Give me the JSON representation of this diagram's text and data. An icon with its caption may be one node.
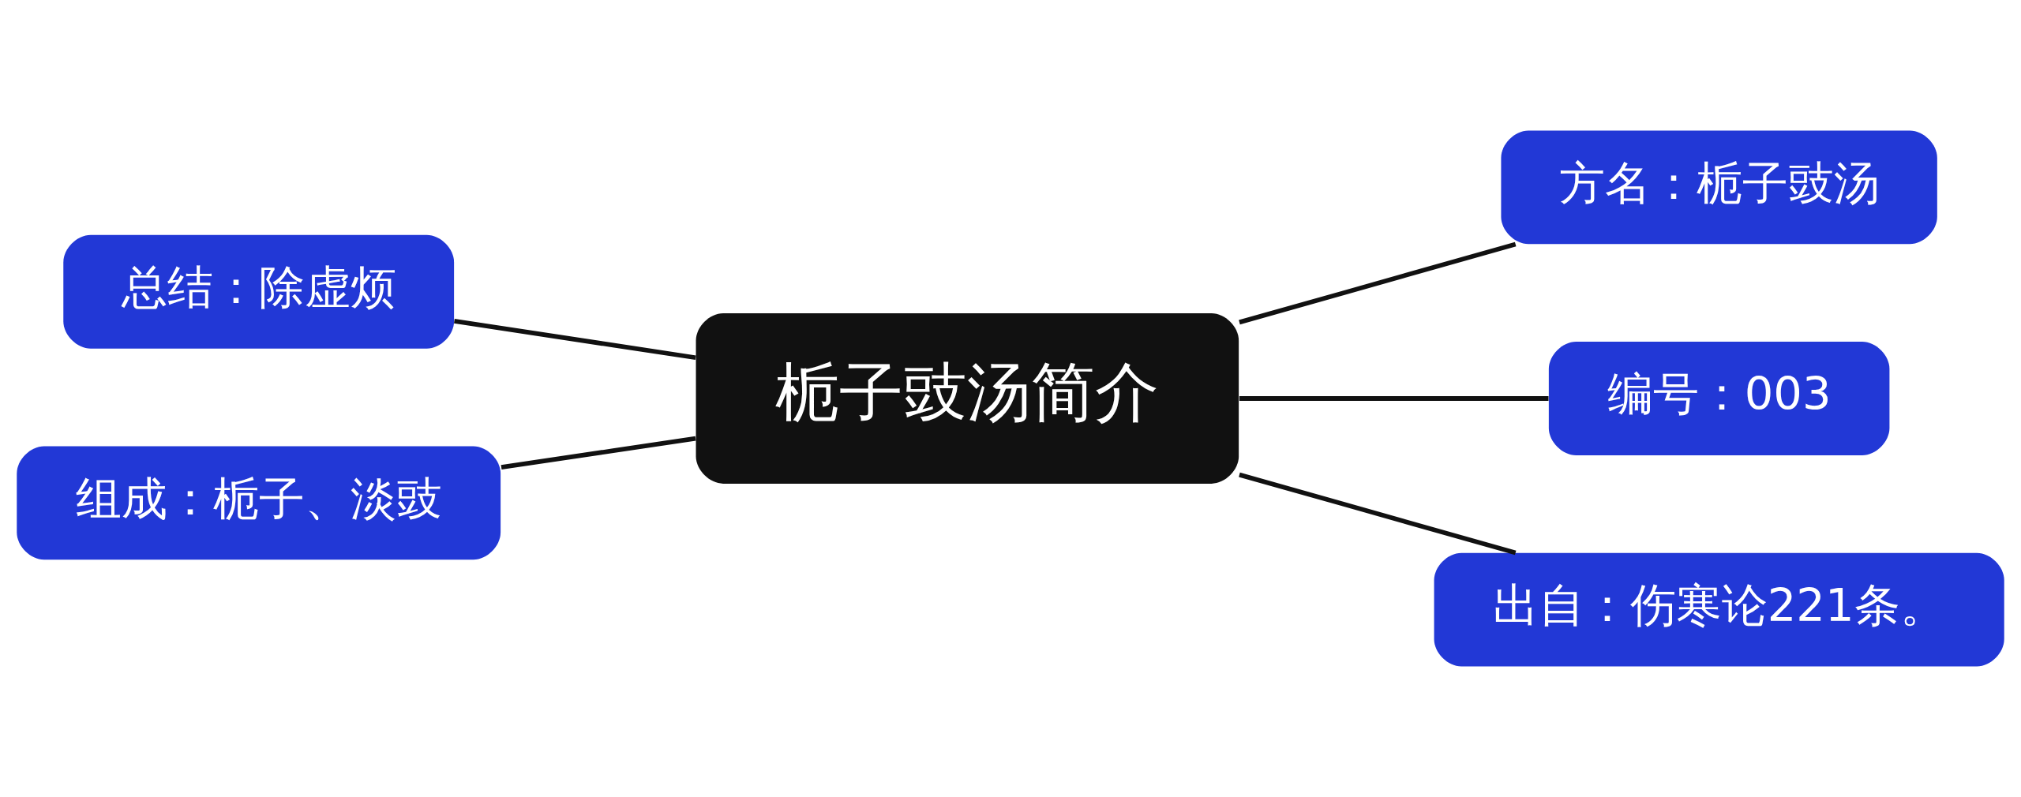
{
  "diagram": {
    "nodes": [
      {
        "text": [
          "栀子豉汤简介"
        ]
      },
      {
        "text": [
          "方名：栀子豉汤"
        ]
      },
      {
        "text": [
          "总结：除虚烦"
        ]
      },
      {
        "text": [
          "编号：003"
        ]
      },
      {
        "text": [
          "组成：栀子、淡豉"
        ]
      },
      {
        "text": [
          "出自：伤寒论221条。"
        ]
      }
    ],
    "edges": [
      {
        "from": 0,
        "to": 1,
        "arrow": "none"
      },
      {
        "from": 2,
        "to": 0,
        "arrow": "none"
      },
      {
        "from": 0,
        "to": 3,
        "arrow": "none"
      },
      {
        "from": 4,
        "to": 0,
        "arrow": "none"
      },
      {
        "from": 0,
        "to": 5,
        "arrow": "none"
      }
    ]
  }
}
